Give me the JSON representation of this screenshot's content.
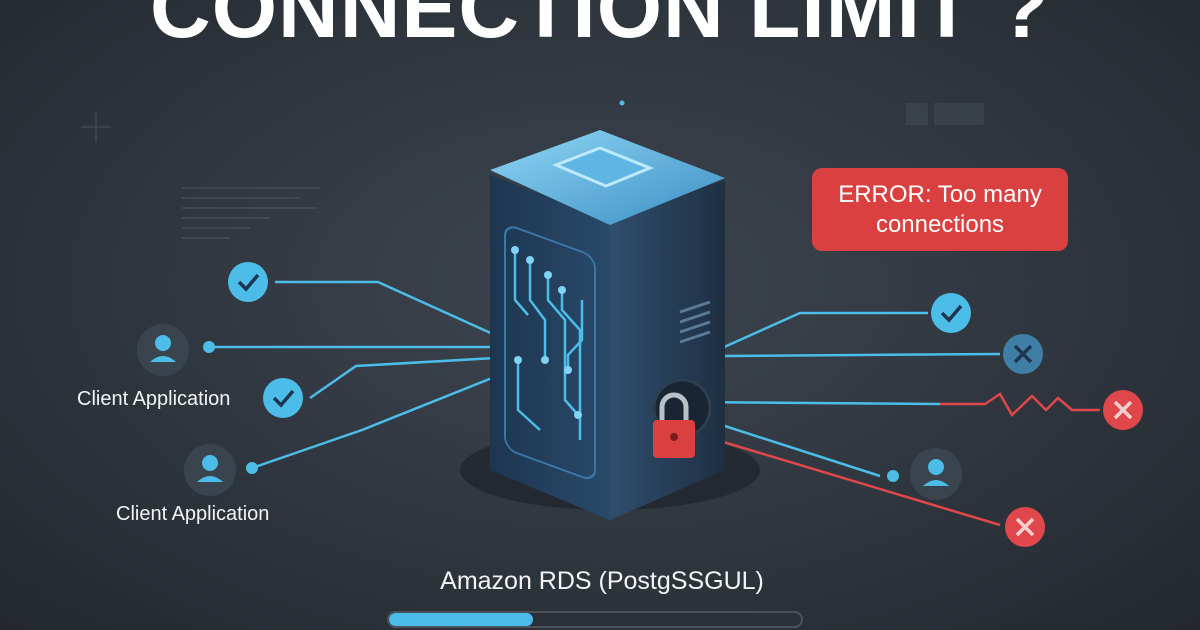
{
  "title": "CONNECTION LIMIT ?",
  "error_message": {
    "line1": "ERROR: Too many",
    "line2": "connections"
  },
  "clients": [
    {
      "label": "Client Application"
    },
    {
      "label": "Client Application"
    }
  ],
  "database": {
    "label": "Amazon RDS (PostgSSGUL)",
    "usage_percent": 35
  },
  "colors": {
    "accent": "#4bbde8",
    "error": "#d9403f",
    "background": "#2e343c"
  }
}
